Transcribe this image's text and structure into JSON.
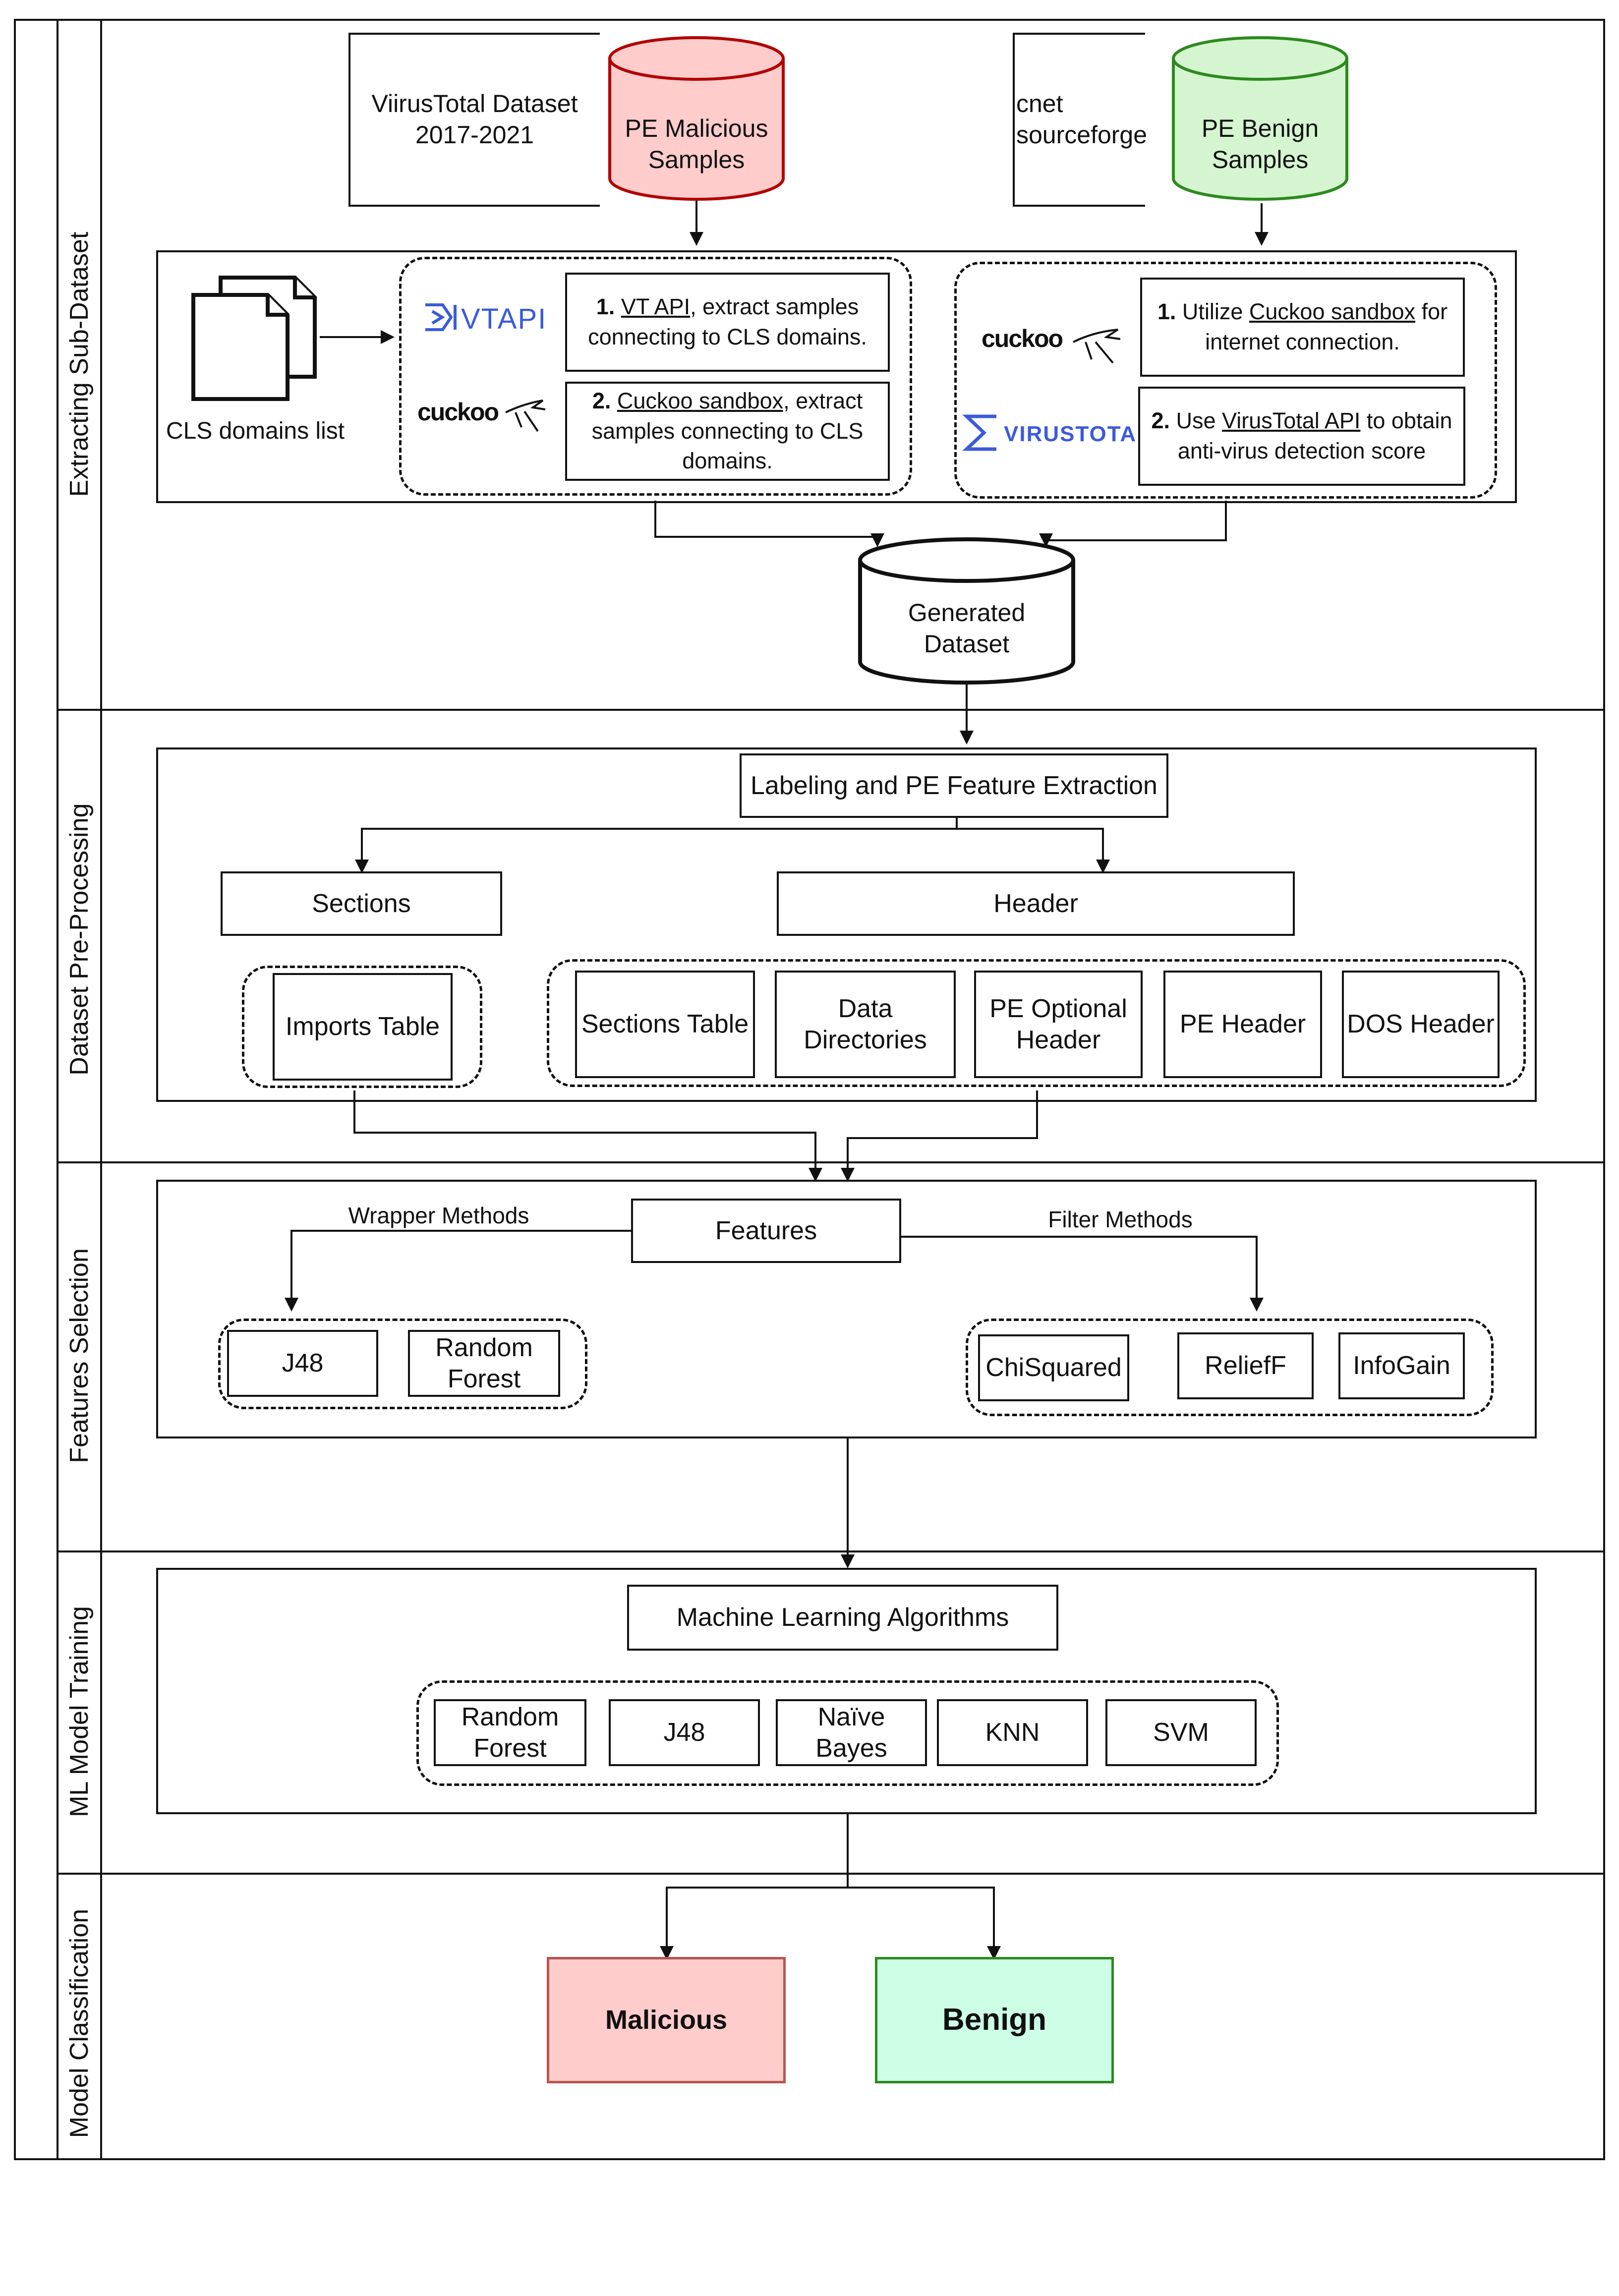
{
  "lanes": {
    "extracting": "Extracting Sub-Dataset",
    "preprocessing": "Dataset Pre-Processing",
    "selection": "Features Selection",
    "training": "ML Model Training",
    "classification": "Model Classification"
  },
  "sources": {
    "vt_dataset_line1": "ViirusTotal Dataset",
    "vt_dataset_line2": "2017-2021",
    "malicious_db_line1": "PE Malicious",
    "malicious_db_line2": "Samples",
    "benign_src_line1": "cnet",
    "benign_src_line2": "sourceforge",
    "benign_db_line1": "PE Benign",
    "benign_db_line2": "Samples"
  },
  "extract": {
    "cls_list": "CLS domains list",
    "vtapi_logo": "VTAPI",
    "cuckoo_logo": "cuckoo",
    "virustotal_logo": "VIRUSTOTAL",
    "mal_step1_num": "1.",
    "mal_step1_link": "VT API",
    "mal_step1_rest": ", extract samples connecting to CLS domains.",
    "mal_step2_num": "2.",
    "mal_step2_link": "Cuckoo sandbox,",
    "mal_step2_rest": " extract samples connecting to CLS domains.",
    "ben_step1_num": "1.",
    "ben_step1_pre": " Utilize ",
    "ben_step1_link": "Cuckoo sandbox",
    "ben_step1_rest": " for internet connection.",
    "ben_step2_num": "2.",
    "ben_step2_pre": " Use ",
    "ben_step2_link": "VirusTotal API",
    "ben_step2_rest": " to obtain anti-virus detection score",
    "generated_line1": "Generated",
    "generated_line2": "Dataset"
  },
  "preprocess": {
    "labeling": "Labeling and PE Feature Extraction",
    "sections": "Sections",
    "header": "Header",
    "imports_table": "Imports Table",
    "sections_table": "Sections Table",
    "data_dir_line1": "Data",
    "data_dir_line2": "Directories",
    "pe_opt_line1": "PE Optional",
    "pe_opt_line2": "Header",
    "pe_header": "PE Header",
    "dos_header": "DOS Header"
  },
  "selection": {
    "features": "Features",
    "wrapper": "Wrapper Methods",
    "filter": "Filter Methods",
    "j48": "J48",
    "rf_line1": "Random",
    "rf_line2": "Forest",
    "chi": "ChiSquared",
    "relief": "ReliefF",
    "infogain": "InfoGain"
  },
  "training": {
    "ml": "Machine Learning Algorithms",
    "rf_line1": "Random",
    "rf_line2": "Forest",
    "j48": "J48",
    "nb_line1": "Naïve",
    "nb_line2": "Bayes",
    "knn": "KNN",
    "svm": "SVM"
  },
  "classification": {
    "malicious": "Malicious",
    "benign": "Benign"
  },
  "colors": {
    "malicious_fill": "#ffcccc",
    "malicious_stroke": "#b20000",
    "benign_fill": "#d5f5d0",
    "benign_stroke": "#2d8a1e",
    "result_mal_fill": "#ffcccc",
    "result_mal_stroke": "#b85450",
    "result_ben_fill": "#ccffe6",
    "result_ben_stroke": "#2d8a1e",
    "vt_blue": "#3b5bdb"
  }
}
